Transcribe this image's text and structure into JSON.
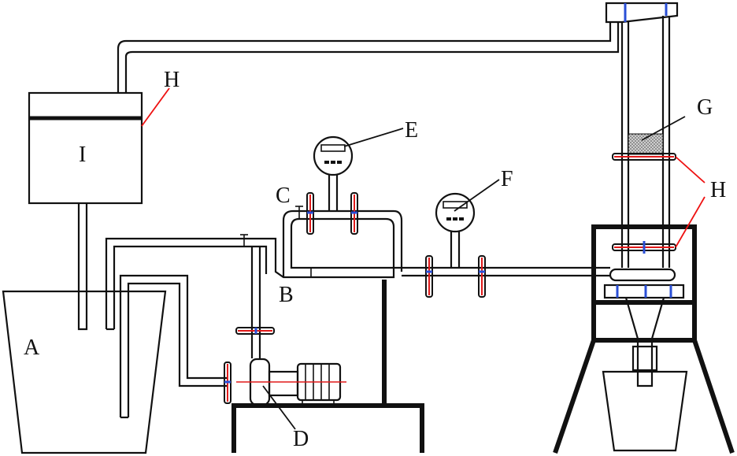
{
  "labels": {
    "A": "A",
    "B": "B",
    "C": "C",
    "D": "D",
    "E": "E",
    "F": "F",
    "G": "G",
    "H_top": "H",
    "H_right": "H",
    "I": "I"
  },
  "colors": {
    "line": "#111111",
    "flange_red": "#e11a1a",
    "flange_blue": "#2a4fd6",
    "sand_fill": "#9a9a9a"
  }
}
